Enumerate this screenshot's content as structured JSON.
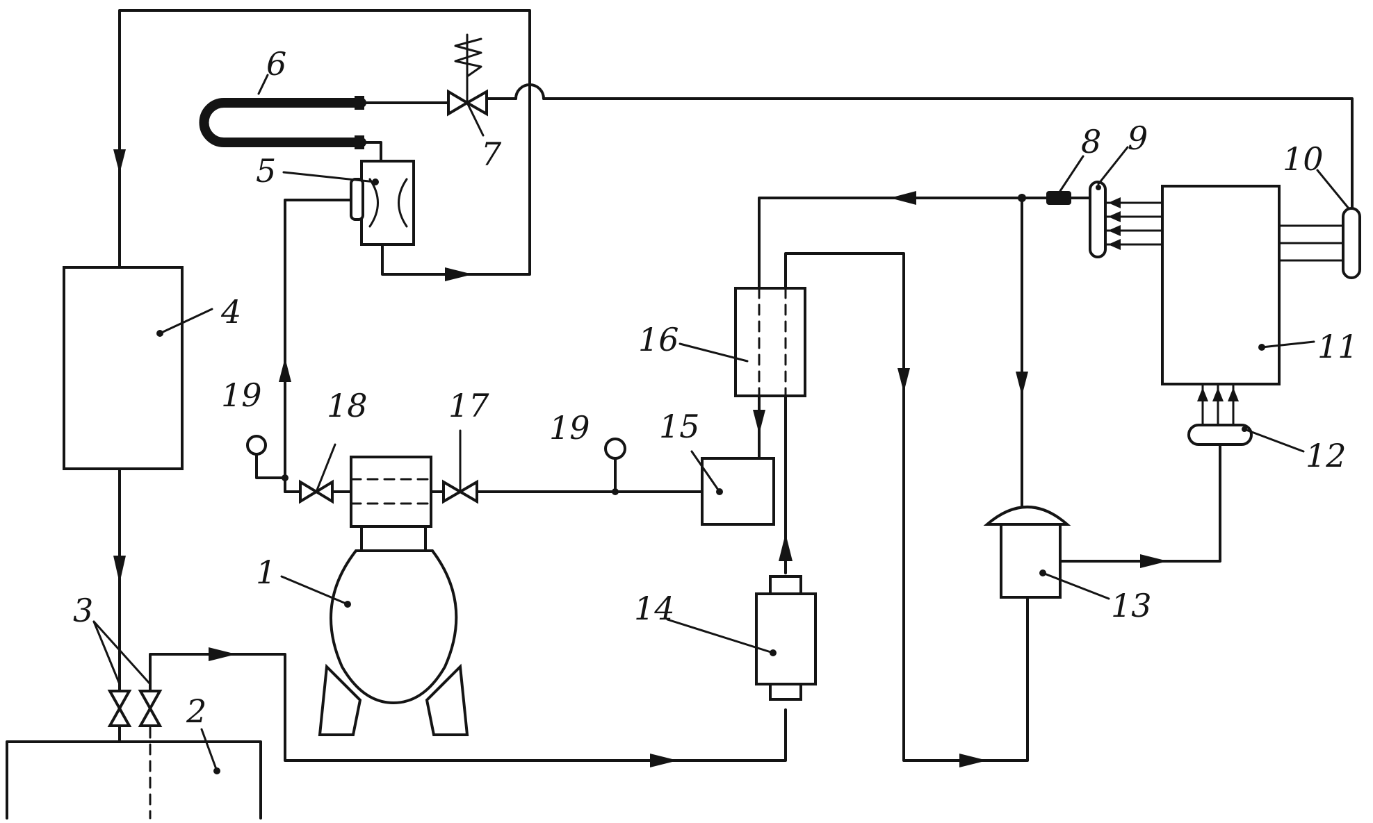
{
  "labels": {
    "l1": "1",
    "l2": "2",
    "l3": "3",
    "l4": "4",
    "l5": "5",
    "l6": "6",
    "l7": "7",
    "l8": "8",
    "l9": "9",
    "l10": "10",
    "l11": "11",
    "l12": "12",
    "l13": "13",
    "l14": "14",
    "l15": "15",
    "l16": "16",
    "l17": "17",
    "l18": "18",
    "l19a": "19",
    "l19b": "19"
  },
  "colors": {
    "ink": "#141414",
    "paper": "#ffffff"
  }
}
